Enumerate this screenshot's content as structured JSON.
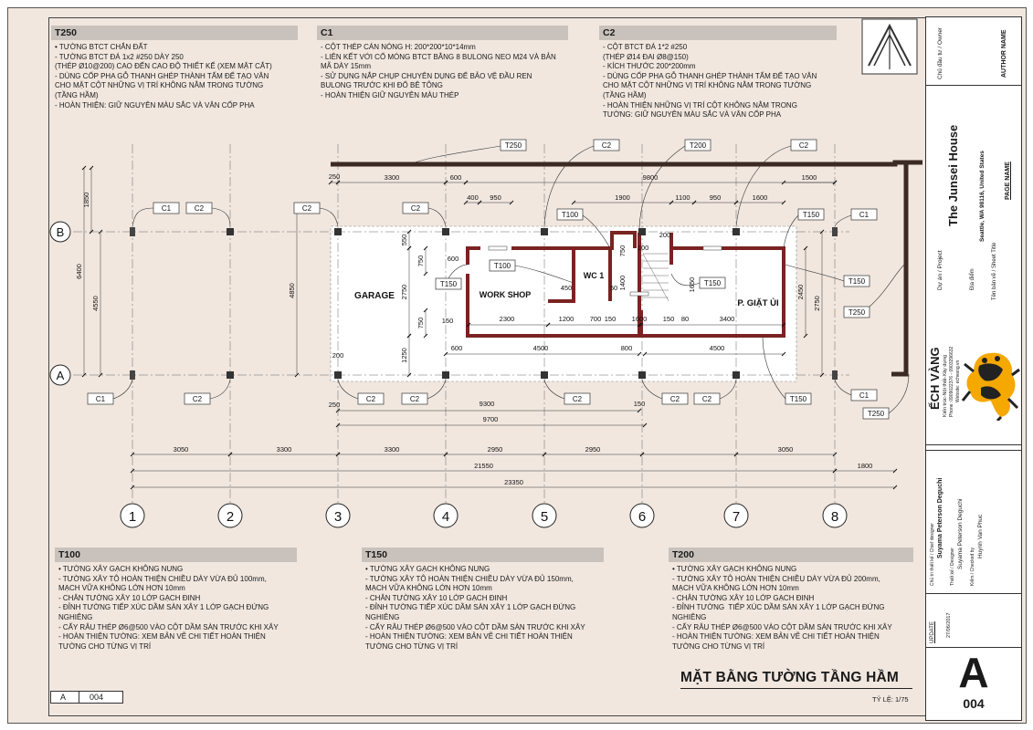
{
  "notes_top": [
    {
      "key": "t250",
      "title": "T250",
      "lines": [
        "• TƯỜNG BTCT CHẮN ĐẤT",
        "- TƯỜNG BTCT ĐÁ 1x2 #250 DÀY 250",
        "(THÉP Ø10@200) CAO ĐẾN CAO ĐỘ THIẾT KẾ (XEM MẶT CẮT)",
        "- DÙNG CỐP PHA GỖ THANH GHÉP THÀNH TẤM ĐỂ TẠO VÂN",
        "CHO MẶT CỘT NHỮNG VỊ TRÍ KHÔNG NẰM TRONG TƯỜNG",
        "(TẦNG HẦM)",
        "- HOÀN THIỆN: GIỮ NGUYÊN MÀU SẮC VÀ VÂN CỐP PHA"
      ]
    },
    {
      "key": "c1",
      "title": "C1",
      "lines": [
        "- CỘT THÉP CÁN NÓNG H: 200*200*10*14mm",
        "- LIÊN KẾT VỚI CỔ MÓNG BTCT BẰNG 8 BULONG NEO M24 VÀ BẢN",
        "MÃ DÀY 15mm",
        "- SỬ DỤNG NẮP CHỤP CHUYÊN DỤNG ĐỂ BẢO VỆ ĐẦU REN",
        "BULONG TRƯỚC KHI ĐỔ BÊ TÔNG",
        "- HOÀN THIỆN GIỮ NGUYÊN MÀU THÉP"
      ]
    },
    {
      "key": "c2",
      "title": "C2",
      "lines": [
        "- CỘT BTCT ĐÁ 1*2 #250",
        "(THÉP Ø14 ĐAI Ø8@150)",
        "- KÍCH THƯỚC 200*200mm",
        "- DÙNG CỐP PHA GỖ THANH GHÉP THÀNH TẤM ĐỂ TẠO VÂN",
        "CHO MẶT CỘT NHỮNG VỊ TRÍ KHÔNG NẰM TRONG TƯỜNG",
        "(TẦNG HẦM)",
        "- HOÀN THIỆN NHỮNG VỊ TRÍ CỘT KHÔNG NẰM TRONG",
        "TƯỜNG: GIỮ NGUYÊN MÀU SẮC VÀ VÂN CỐP PHA"
      ]
    }
  ],
  "notes_bottom": [
    {
      "key": "t100",
      "title": "T100",
      "lines": [
        "• TƯỜNG XÂY GẠCH KHÔNG NUNG",
        "- TƯỜNG XÂY TÔ HOÀN THIỆN CHIỀU DÀY VỪA ĐỦ 100mm,",
        "MẠCH VỮA KHÔNG LỚN HƠN 10mm",
        "- CHÂN TƯỜNG XÂY 10 LỚP GẠCH ĐINH",
        "- ĐỈNH TƯỜNG TIẾP XÚC DẦM SÀN XÂY 1 LỚP GẠCH ĐỨNG",
        "NGHIÊNG",
        "- CẤY RÂU THÉP Ø6@500 VÀO CỘT DẦM SÀN TRƯỚC KHI XÂY",
        "- HOÀN THIỆN TƯỜNG: XEM BẢN VẼ CHI TIẾT HOÀN THIỆN",
        "TƯỜNG CHO TỪNG VỊ TRÍ"
      ]
    },
    {
      "key": "t150",
      "title": "T150",
      "lines": [
        "• TƯỜNG XÂY GẠCH KHÔNG NUNG",
        "- TƯỜNG XÂY TÔ HOÀN THIỆN CHIỀU DÀY VỪA ĐỦ 150mm,",
        "MẠCH VỮA KHÔNG LỚN HƠN 10mm",
        "- CHÂN TƯỜNG XÂY 10 LỚP GẠCH ĐINH",
        "- ĐỈNH TƯỜNG TIẾP XÚC DẦM SÀN XÂY 1 LỚP GẠCH ĐỨNG",
        "NGHIÊNG",
        "- CẤY RÂU THÉP Ø6@500 VÀO CỘT DẦM SÀN TRƯỚC KHI XÂY",
        "- HOÀN THIỆN TƯỜNG: XEM BẢN VẼ CHI TIẾT HOÀN THIỆN",
        "TƯỜNG CHO TỪNG VỊ TRÍ"
      ]
    },
    {
      "key": "t200",
      "title": "T200",
      "lines": [
        "• TƯỜNG XÂY GẠCH KHÔNG NUNG",
        "- TƯỜNG XÂY TÔ HOÀN THIỆN CHIỀU DÀY VỪA ĐỦ 200mm,",
        "MẠCH VỮA KHÔNG LỚN HƠN 10mm",
        "- CHÂN TƯỜNG XÂY 10 LỚP GẠCH ĐINH",
        "- ĐỈNH TƯỜNG  TIẾP XÚC DẦM SÀN XÂY 1 LỚP GẠCH ĐỨNG",
        "NGHIÊNG",
        "- CẤY RÂU THÉP Ø6@500 VÀO CỘT DẦM SÀN TRƯỚC KHI XÂY",
        "- HOÀN THIỆN TƯỜNG: XEM BẢN VẼ CHI TIẾT HOÀN THIỆN",
        "TƯỜNG CHO TỪNG VỊ TRÍ"
      ]
    }
  ],
  "sheet": {
    "title": "MẶT BẰNG TƯỜNG TẦNG HẦM",
    "scale": "TỶ LỆ: 1/75",
    "code_letter": "A",
    "code_number": "004"
  },
  "plan": {
    "grid_cols": [
      "1",
      "2",
      "3",
      "4",
      "5",
      "6",
      "7",
      "8"
    ],
    "grid_rows": [
      "B",
      "A"
    ],
    "rooms": [
      "GARAGE",
      "WORK SHOP",
      "WC 1",
      "P. GIẶT ỦI"
    ],
    "tags": {
      "c1": "C1",
      "c2": "C2",
      "t100": "T100",
      "t150": "T150",
      "t200": "T200",
      "t250": "T250"
    },
    "dims_bottom": [
      "3050",
      "3300",
      "3300",
      "2950",
      "2950",
      "3050",
      "1800"
    ],
    "dims_total": [
      "21550",
      "23350"
    ],
    "dims_top": [
      "250",
      "3300",
      "600",
      "9800",
      "400",
      "950",
      "1900",
      "1100",
      "950",
      "1600",
      "1500"
    ],
    "dims_left": [
      "1850",
      "6400",
      "4550",
      "4850",
      "550",
      "2750",
      "1250",
      "750",
      "750"
    ],
    "dims_right": [
      "2450",
      "2750"
    ],
    "dims_inner": [
      "2300",
      "1200",
      "700",
      "150",
      "1600",
      "150",
      "80",
      "3400",
      "4500",
      "4500",
      "600",
      "800",
      "9300",
      "9700",
      "150",
      "450",
      "1650",
      "1400",
      "750",
      "100",
      "200",
      "50",
      "600",
      "150",
      "250",
      "200"
    ]
  },
  "titleblock": {
    "owner_label": "Chủ đầu tư / Owner",
    "owner_name": "AUTHOR NAME",
    "project_label": "Dự án / Project",
    "project_name": "The Junsei House",
    "address_label": "Địa điểm",
    "address": "Seattle, WA 98116, United States",
    "sheet_label": "Tên bản vẽ / Sheet Title",
    "sheet_name": "PAGE NAME",
    "company": "ẾCH VÀNG",
    "company_sub": "Kiến trúc-Nội thất-Xây dựng",
    "company_phone": "Phone: 0909022376 - 0903296632",
    "company_web": "Website: echvang.vn",
    "chief_label": "Chủ trì thiết kế / Chief designer",
    "chief_name": "Suyama Peterson Deguchi",
    "designer_label": "Thiết kế / Designer",
    "designer_name": "Suyama Peterson Deguchi",
    "checker_label": "Kiểm / Checked by",
    "checker_name": "Huynh Van Phuc",
    "update_label": "UPDATE",
    "update_date": "27/06/2017"
  },
  "colors": {
    "sheet_bg": "#f1e7df",
    "wall_red": "#7a2322",
    "wall_dark": "#3b2a23",
    "header_gray": "#c9c2bc",
    "logo_yellow": "#f5a800"
  }
}
